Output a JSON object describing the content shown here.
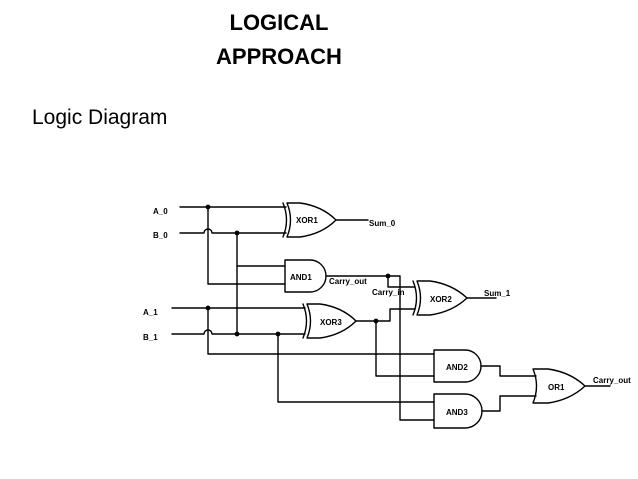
{
  "title": {
    "line1": "LOGICAL",
    "line2": "APPROACH"
  },
  "subtitle": "Logic Diagram",
  "diagram": {
    "colors": {
      "stroke": "#000000",
      "text": "#000000"
    },
    "inputs": {
      "a0": "A_0",
      "b0": "B_0",
      "a1": "A_1",
      "b1": "B_1"
    },
    "gates": {
      "xor1": "XOR1",
      "and1": "AND1",
      "xor2": "XOR2",
      "xor3": "XOR3",
      "and2": "AND2",
      "and3": "AND3",
      "or1": "OR1"
    },
    "signals": {
      "sum0": "Sum_0",
      "carry_out_mid": "Carry_out",
      "carry_in": "Carry_in",
      "sum1": "Sum_1",
      "carry_out_final": "Carry_out"
    }
  }
}
